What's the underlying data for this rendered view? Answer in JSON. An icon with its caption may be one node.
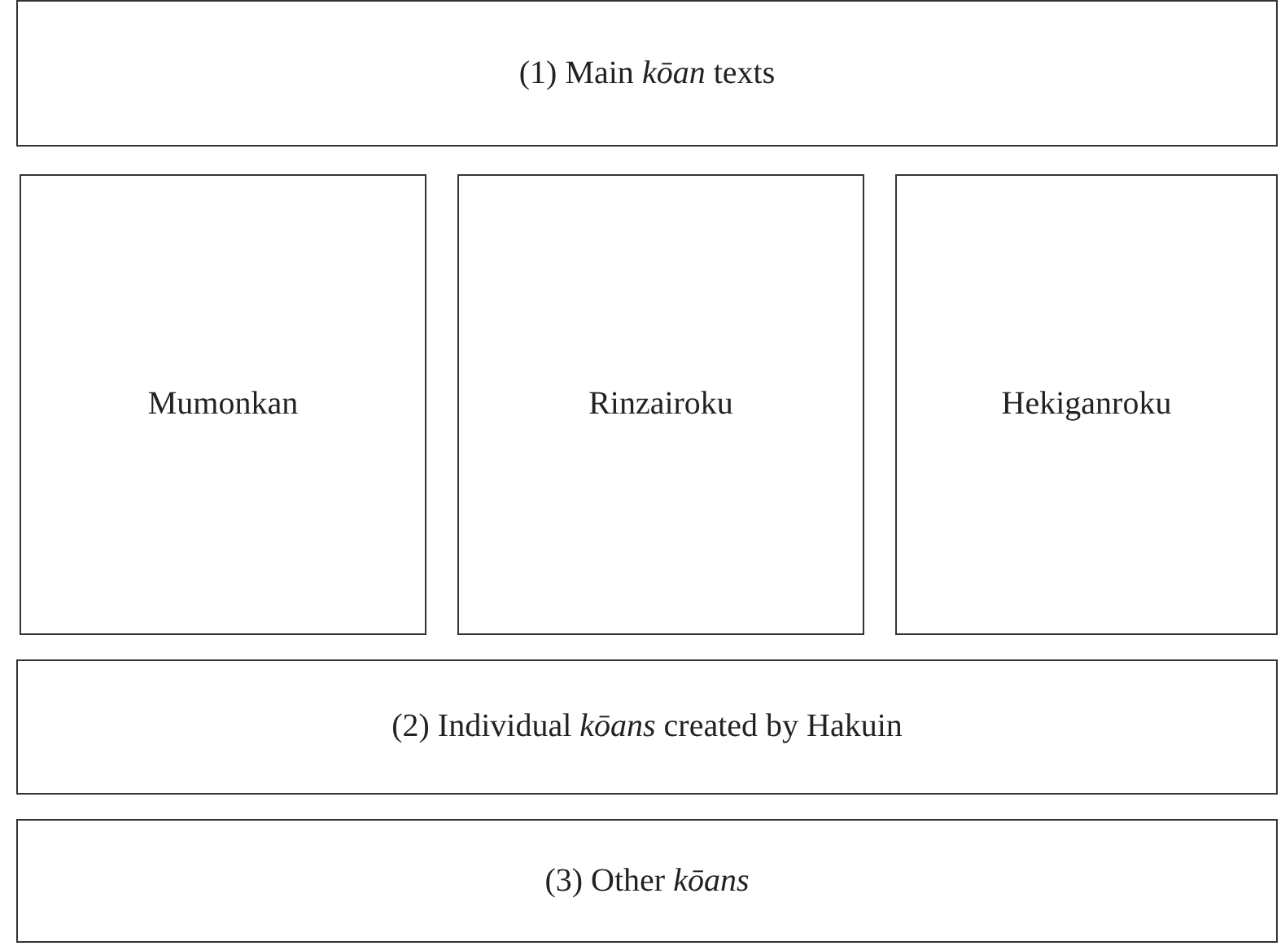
{
  "diagram": {
    "nodes": [
      {
        "text": [
          "(1) Main *kōan* texts"
        ]
      },
      {
        "text": [
          "Mumonkan"
        ]
      },
      {
        "text": [
          "Rinzairoku"
        ]
      },
      {
        "text": [
          "Hekiganroku"
        ]
      },
      {
        "text": [
          "(2) Individual *kōans* created by Hakuin"
        ]
      },
      {
        "text": [
          "(3) Other *kōans*"
        ]
      }
    ]
  }
}
